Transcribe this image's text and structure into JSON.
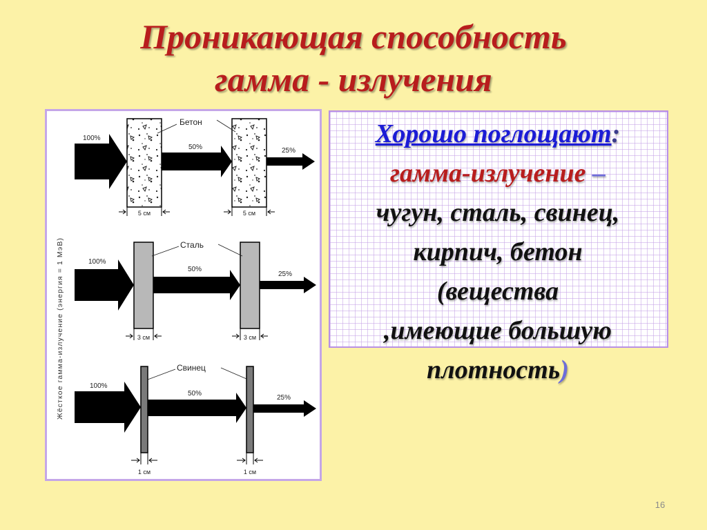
{
  "slide": {
    "title_line1": "Проникающая способность",
    "title_line2": "гамма - излучения",
    "page_number": "16"
  },
  "figure": {
    "side_label": "Жёсткое гамма-излучение (энергия = 1 МэВ)",
    "panels": [
      {
        "material": "Бетон",
        "thickness": "5 см",
        "in_label": "100%",
        "mid_label": "50%",
        "out_label": "25%"
      },
      {
        "material": "Сталь",
        "thickness": "3 см",
        "in_label": "100%",
        "mid_label": "50%",
        "out_label": "25%"
      },
      {
        "material": "Свинец",
        "thickness": "1 см",
        "in_label": "100%",
        "mid_label": "50%",
        "out_label": "25%"
      }
    ]
  },
  "textbox": {
    "heading": "Хорошо  поглощают",
    "colon": ":",
    "line2": "гамма-излучение",
    "dash": "–",
    "line3": "чугун, сталь, свинец,",
    "line4": "кирпич, бетон",
    "line5": "(вещества",
    "line6": ",имеющие большую",
    "line7": "плотность",
    "paren_close": ")"
  }
}
